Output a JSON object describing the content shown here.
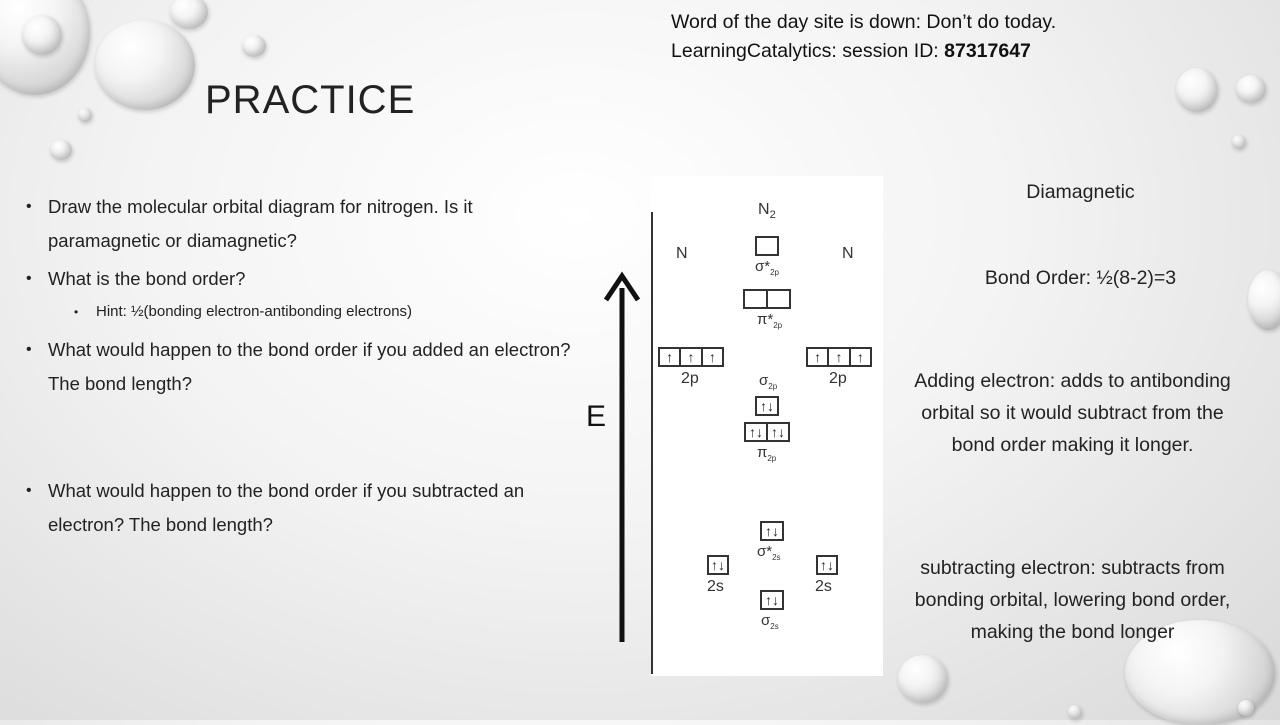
{
  "top_note": {
    "line1": "Word of the day site is down: Don’t do today.",
    "line2_prefix": "LearningCatalytics: session ID: ",
    "session_id": "87317647"
  },
  "title": "PRACTICE",
  "questions": [
    "Draw the molecular orbital diagram for nitrogen. Is it paramagnetic or diamagnetic?",
    "What is the bond order?",
    "Hint: ½(bonding electron-antibonding electrons)",
    "What would happen to the bond order if you added an electron? The bond length?",
    "What would happen to the bond order if you subtracted an electron? The bond length?"
  ],
  "axis_label": "E",
  "diagram": {
    "molecule": "N",
    "molecule_sub": "2",
    "left_atom": "N",
    "right_atom": "N",
    "orbitals": {
      "sigma_star_2p": {
        "symbol": "σ*",
        "sub": "2p",
        "electrons": [
          ""
        ]
      },
      "pi_star_2p": {
        "symbol": "π*",
        "sub": "2p",
        "electrons": [
          "",
          ""
        ]
      },
      "left_2p": {
        "label": "2p",
        "electrons": [
          "↑",
          "↑",
          "↑"
        ]
      },
      "right_2p": {
        "label": "2p",
        "electrons": [
          "↑",
          "↑",
          "↑"
        ]
      },
      "sigma_2p": {
        "symbol": "σ",
        "sub": "2p",
        "electrons": [
          "↑↓"
        ]
      },
      "pi_2p": {
        "symbol": "π",
        "sub": "2p",
        "electrons": [
          "↑↓",
          "↑↓"
        ]
      },
      "sigma_star_2s": {
        "symbol": "σ*",
        "sub": "2s",
        "electrons": [
          "↑↓"
        ]
      },
      "left_2s": {
        "label": "2s",
        "electrons": [
          "↑↓"
        ]
      },
      "right_2s": {
        "label": "2s",
        "electrons": [
          "↑↓"
        ]
      },
      "sigma_2s": {
        "symbol": "σ",
        "sub": "2s",
        "electrons": [
          "↑↓"
        ]
      }
    }
  },
  "answers": {
    "magnetism": "Diamagnetic",
    "bond_order": "Bond Order: ½(8-2)=3",
    "adding": "Adding electron: adds to antibonding orbital so it would subtract from the bond order making it longer.",
    "subtracting": "subtracting electron: subtracts from bonding orbital, lowering bond order, making the bond longer"
  }
}
